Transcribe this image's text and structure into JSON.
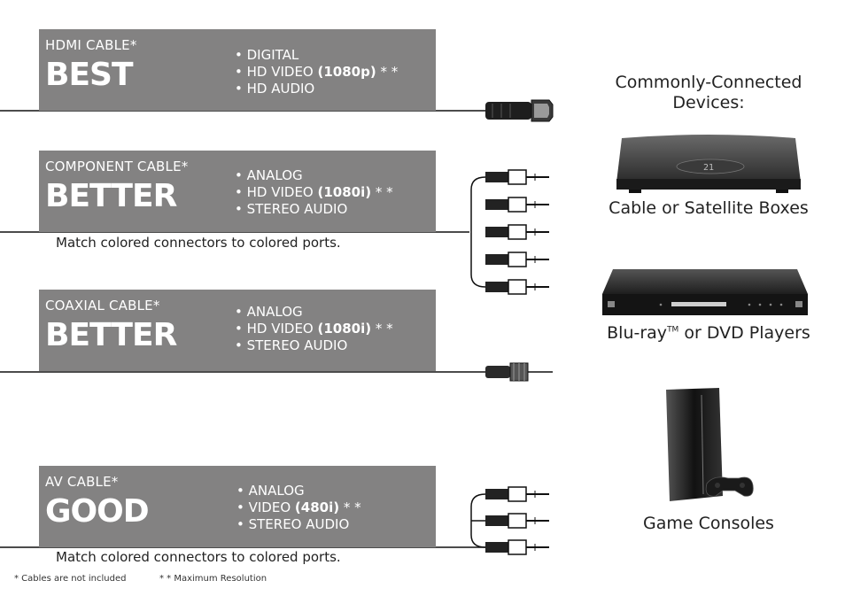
{
  "cables": [
    {
      "name": "HDMI CABLE",
      "star": "*",
      "grade": "BEST",
      "features": [
        {
          "text": "DIGITAL",
          "bold": ""
        },
        {
          "text": "HD VIDEO ",
          "bold": "(1080p)",
          "suffix": "* *"
        },
        {
          "text": "HD AUDIO",
          "bold": ""
        }
      ]
    },
    {
      "name": "COMPONENT CABLE",
      "star": "*",
      "grade": "BETTER",
      "features": [
        {
          "text": "ANALOG",
          "bold": ""
        },
        {
          "text": "HD VIDEO ",
          "bold": "(1080i)",
          "suffix": "* *"
        },
        {
          "text": "STEREO AUDIO",
          "bold": ""
        }
      ]
    },
    {
      "name": "COAXIAL CABLE",
      "star": "*",
      "grade": "BETTER",
      "features": [
        {
          "text": "ANALOG",
          "bold": ""
        },
        {
          "text": "HD VIDEO ",
          "bold": "(1080i)",
          "suffix": "* *"
        },
        {
          "text": "STEREO AUDIO",
          "bold": ""
        }
      ]
    },
    {
      "name": "AV CABLE",
      "star": "*",
      "grade": "GOOD",
      "features": [
        {
          "text": "ANALOG",
          "bold": ""
        },
        {
          "text": "VIDEO ",
          "bold": "(480i)",
          "suffix": "* *"
        },
        {
          "text": "STEREO AUDIO",
          "bold": ""
        }
      ]
    }
  ],
  "notes": {
    "component": "Match colored connectors to colored ports.",
    "av": "Match colored connectors to colored ports."
  },
  "footnotes": {
    "not_included": "* Cables are not included",
    "max_res": "* * Maximum Resolution"
  },
  "devices": {
    "title_line1": "Commonly-Connected",
    "title_line2": "Devices:",
    "cable_box": "Cable or Satellite Boxes",
    "bluray_main": "Blu-ray",
    "bluray_tm": "TM",
    "bluray_rest": " or DVD Players",
    "game": "Game Consoles",
    "box_display": "21"
  },
  "colors": {
    "panel": "#838282",
    "wire": "#111111"
  }
}
